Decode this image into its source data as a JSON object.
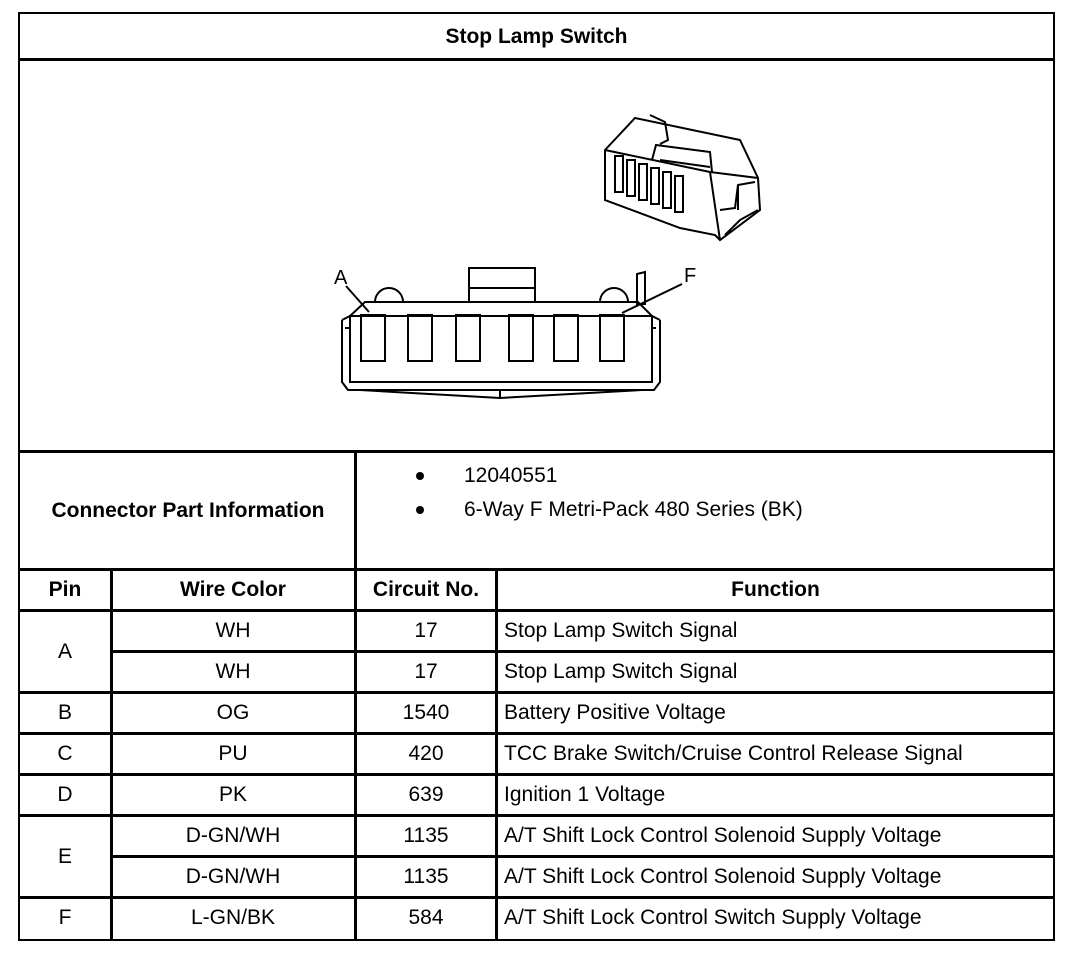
{
  "title": "Stop Lamp Switch",
  "figure": {
    "callout_left": "A",
    "callout_right": "F"
  },
  "connector_info": {
    "label": "Connector Part Information",
    "items": [
      "12040551",
      "6-Way F Metri-Pack 480 Series (BK)"
    ]
  },
  "table": {
    "headers": {
      "pin": "Pin",
      "wire": "Wire Color",
      "circuit": "Circuit No.",
      "function": "Function"
    },
    "pins": [
      "A",
      "B",
      "C",
      "D",
      "E",
      "F"
    ],
    "rows": [
      {
        "wire": "WH",
        "circuit": "17",
        "function": "Stop Lamp Switch Signal"
      },
      {
        "wire": "WH",
        "circuit": "17",
        "function": "Stop Lamp Switch Signal"
      },
      {
        "wire": "OG",
        "circuit": "1540",
        "function": "Battery Positive Voltage"
      },
      {
        "wire": "PU",
        "circuit": "420",
        "function": "TCC Brake Switch/Cruise Control Release Signal"
      },
      {
        "wire": "PK",
        "circuit": "639",
        "function": "Ignition 1 Voltage"
      },
      {
        "wire": "D-GN/WH",
        "circuit": "1135",
        "function": "A/T Shift Lock Control Solenoid Supply Voltage"
      },
      {
        "wire": "D-GN/WH",
        "circuit": "1135",
        "function": "A/T Shift Lock Control Solenoid Supply Voltage"
      },
      {
        "wire": "L-GN/BK",
        "circuit": "584",
        "function": "A/T Shift Lock Control Switch Supply Voltage"
      }
    ]
  }
}
